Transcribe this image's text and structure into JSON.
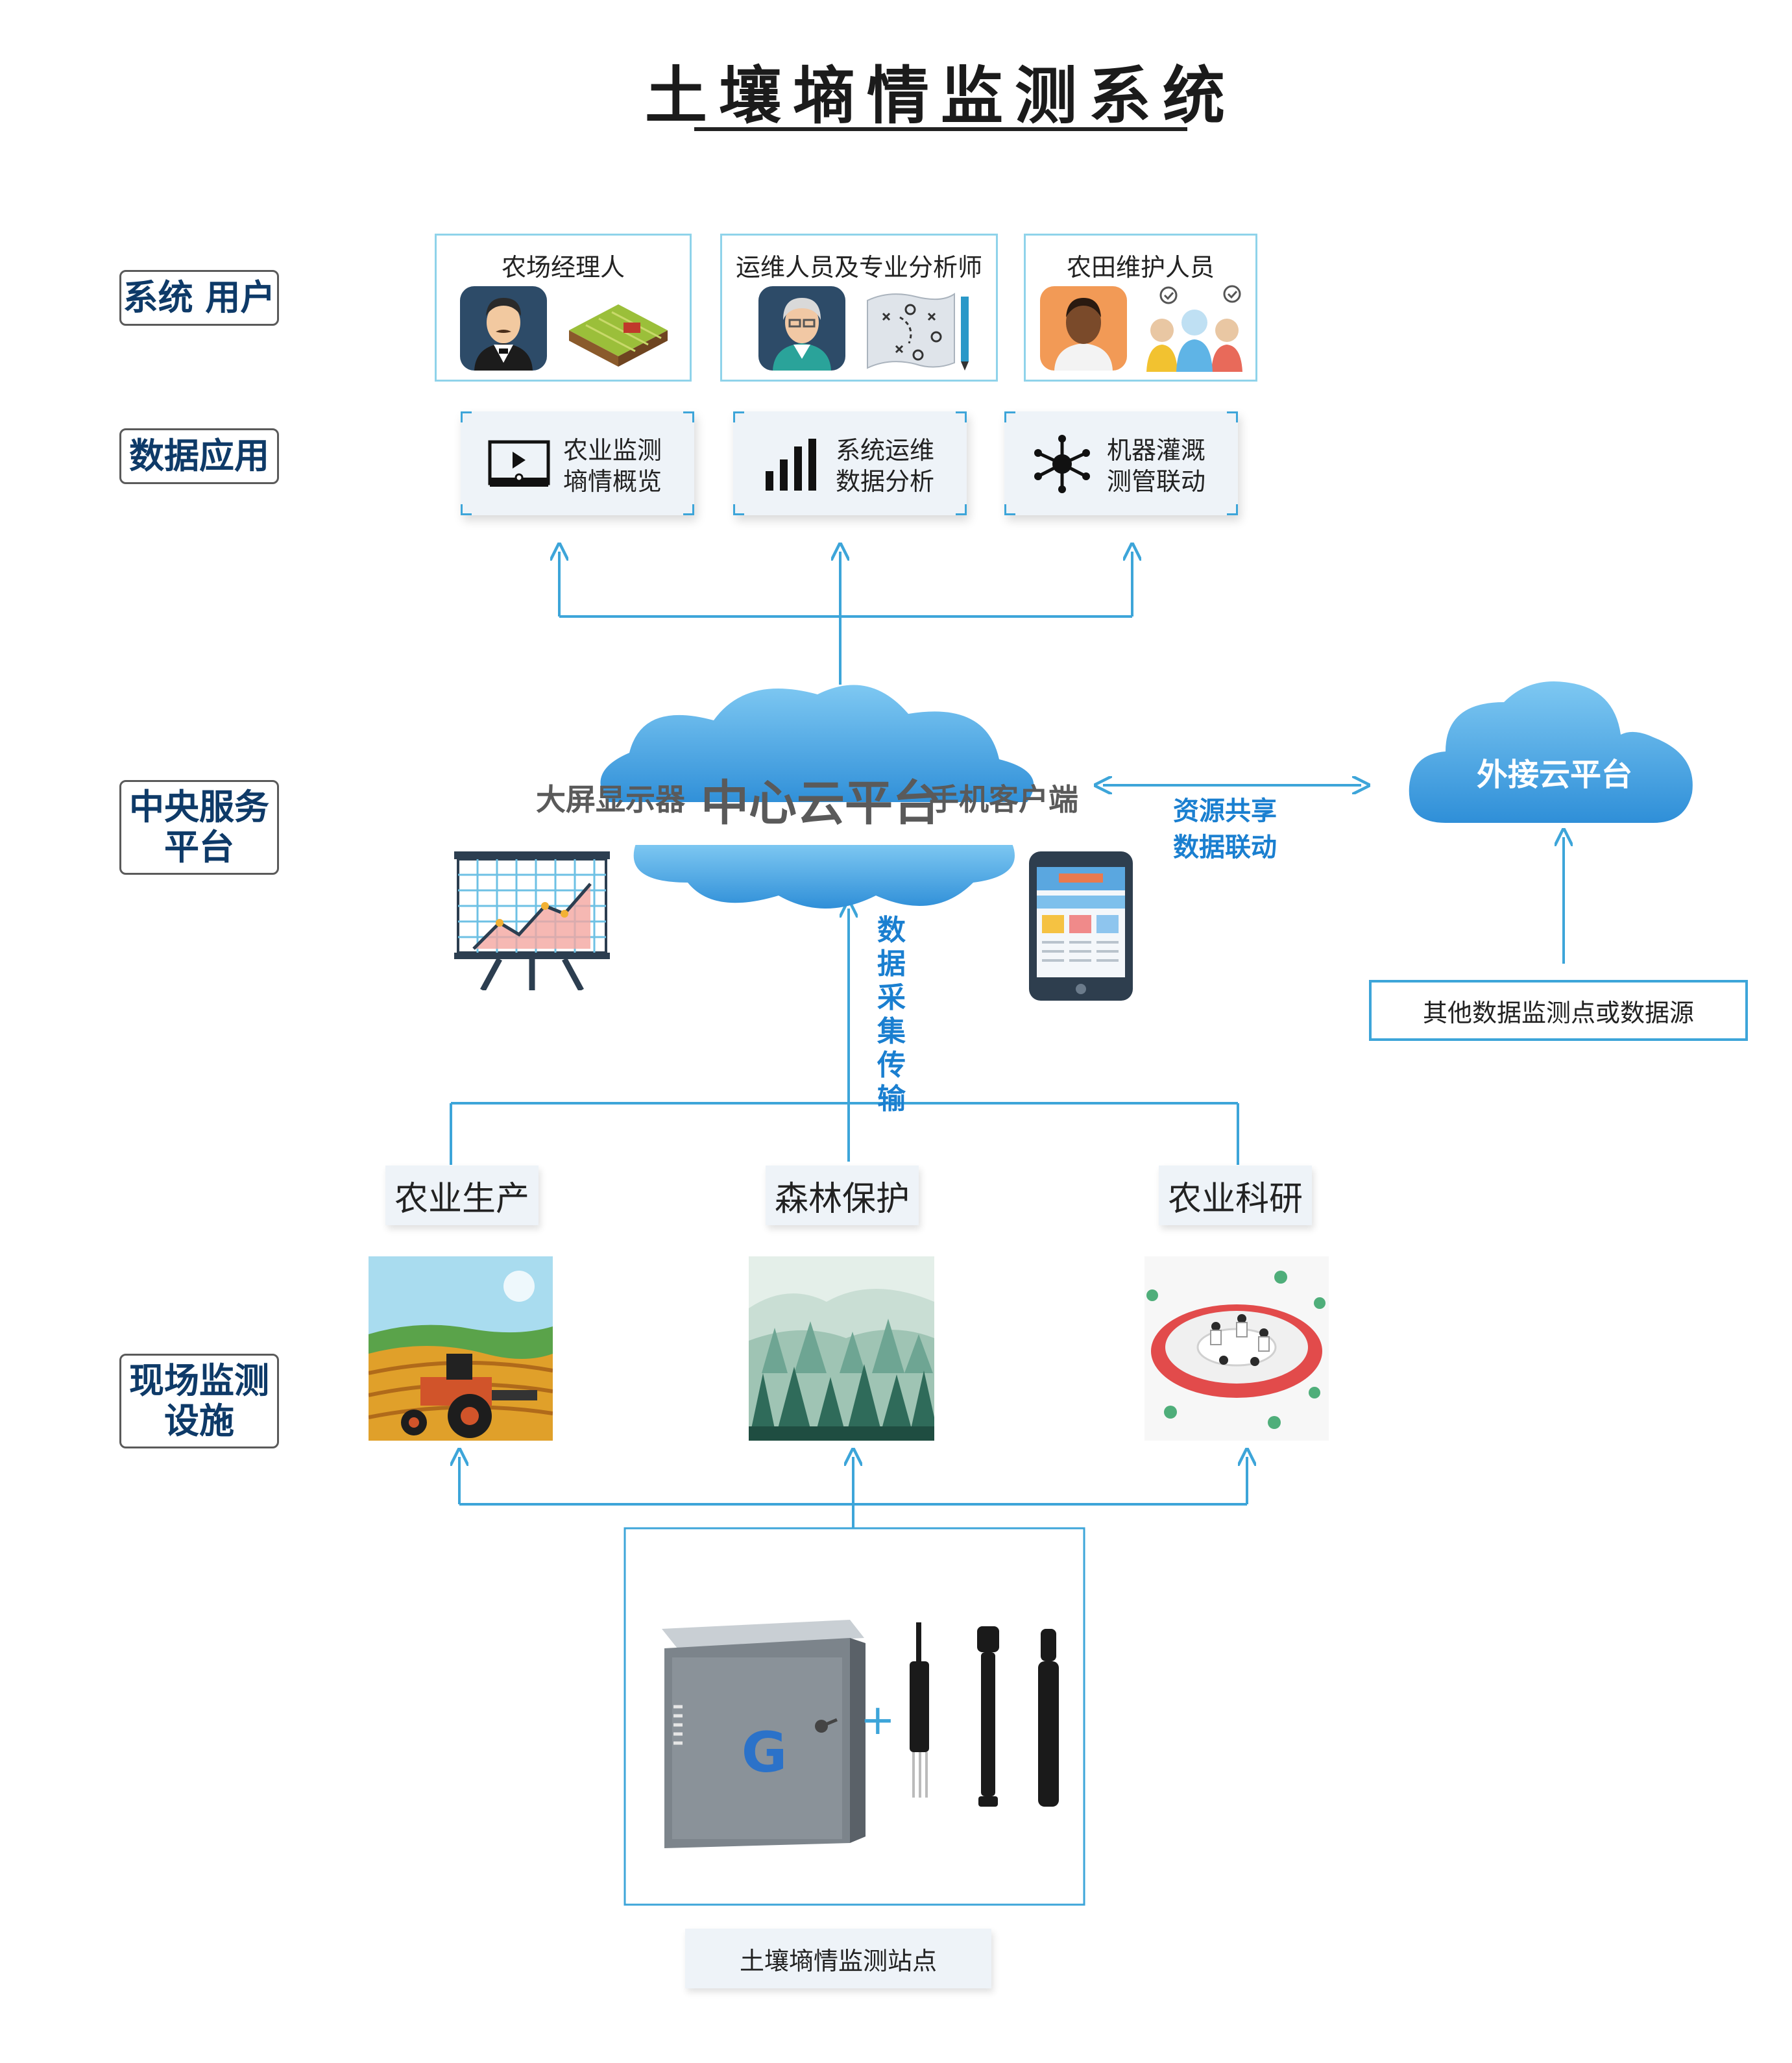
{
  "title": "土壤墒情监测系统",
  "rows": {
    "users": "系统 用户",
    "apps": "数据应用",
    "platform_line1": "中央服务",
    "platform_line2": "平台",
    "field_line1": "现场监测",
    "field_line2": "设施"
  },
  "users": [
    {
      "label": "农场经理人"
    },
    {
      "label": "运维人员及专业分析师"
    },
    {
      "label": "农田维护人员"
    }
  ],
  "apps": [
    {
      "line1": "农业监测",
      "line2": "墒情概览"
    },
    {
      "line1": "系统运维",
      "line2": "数据分析"
    },
    {
      "line1": "机器灌溉",
      "line2": "测管联动"
    }
  ],
  "cloud": {
    "main": "中心云平台",
    "left": "大屏显示器",
    "right": "手机客户端",
    "external": "外接云平台"
  },
  "share": {
    "line1": "资源共享",
    "line2": "数据联动"
  },
  "transfer_label": "数据采集传输",
  "other_sources": "其他数据监测点或数据源",
  "categories": [
    "农业生产",
    "森林保护",
    "农业科研"
  ],
  "station": {
    "plus": "+",
    "label": "土壤墒情监测站点",
    "logo": "G"
  },
  "colors": {
    "accent": "#3da5d9",
    "navy": "#0e3a68",
    "cloud": "#3aa3e6"
  }
}
